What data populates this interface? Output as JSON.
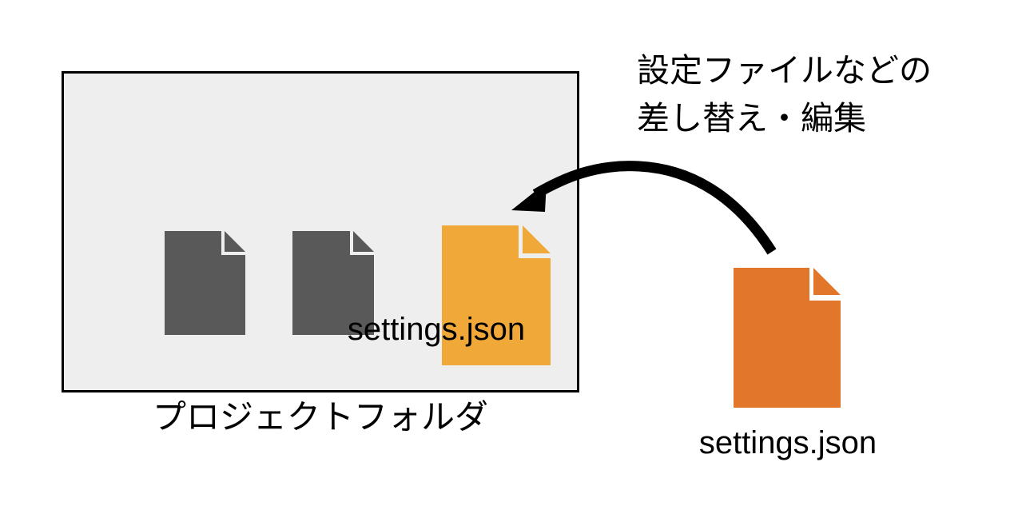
{
  "diagram": {
    "title_text": "",
    "colors": {
      "folder_fill": "#EEEEEE",
      "folder_border": "#000000",
      "file_gray": "#595959",
      "file_orange_light": "#F0A939",
      "file_orange_dark": "#E2762B",
      "arrow": "#000000",
      "text": "#000000",
      "page_background": "#FFFFFF"
    },
    "folder": {
      "caption": "プロジェクトフォルダ",
      "files": [
        {
          "name": "",
          "icon": "file-icon",
          "color": "#595959",
          "label_visible": false
        },
        {
          "name": "",
          "icon": "file-icon",
          "color": "#595959",
          "label_visible": false
        },
        {
          "name": "settings.json",
          "icon": "file-icon",
          "color": "#F0A939",
          "label_visible": true
        }
      ]
    },
    "external_file": {
      "name": "settings.json",
      "icon": "file-icon",
      "color": "#E2762B"
    },
    "annotation": {
      "line1": "設定ファイルなどの",
      "line2": "差し替え・編集"
    },
    "arrow": {
      "icon": "curved-arrow-icon",
      "direction": "right-to-left",
      "from": "external-settings-file",
      "to": "project-folder-settings-file"
    }
  }
}
